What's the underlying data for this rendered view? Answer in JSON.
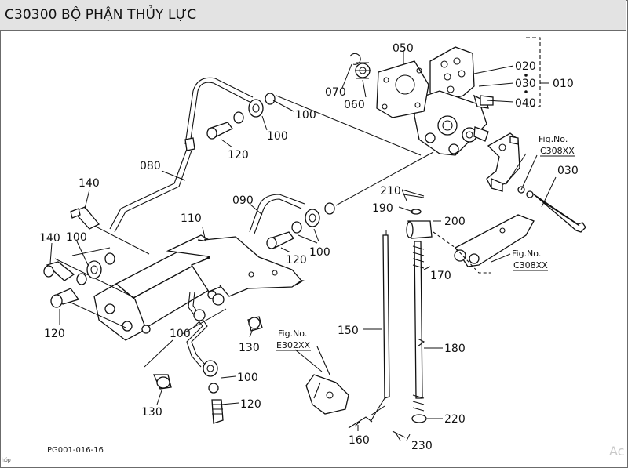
{
  "header": {
    "title": "C30300 BỘ PHẬN THỦY LỰC"
  },
  "footer": {
    "code": "PG001-016-16",
    "corner_text": "hóp",
    "watermark": "Ac"
  },
  "labels": {
    "p010": "010",
    "p020": "020",
    "p030a": "030",
    "p040": "040",
    "p050": "050",
    "p060": "060",
    "p070": "070",
    "p080": "080",
    "p090": "090",
    "p100a": "100",
    "p100b": "100",
    "p100c": "100",
    "p100d": "100",
    "p100e": "100",
    "p110": "110",
    "p120a": "120",
    "p120b": "120",
    "p120c": "120",
    "p120d": "120",
    "p130a": "130",
    "p130b": "130",
    "p140a": "140",
    "p140b": "140",
    "p150": "150",
    "p160": "160",
    "p170": "170",
    "p180": "180",
    "p190": "190",
    "p200": "200",
    "p210": "210",
    "p220": "220",
    "p230": "230",
    "p030b": "030"
  },
  "figrefs": {
    "fig_label": "Fig.No.",
    "ref_c308_top": "C308XX",
    "ref_c308_mid": "C308XX",
    "ref_e302": "E302XX"
  }
}
